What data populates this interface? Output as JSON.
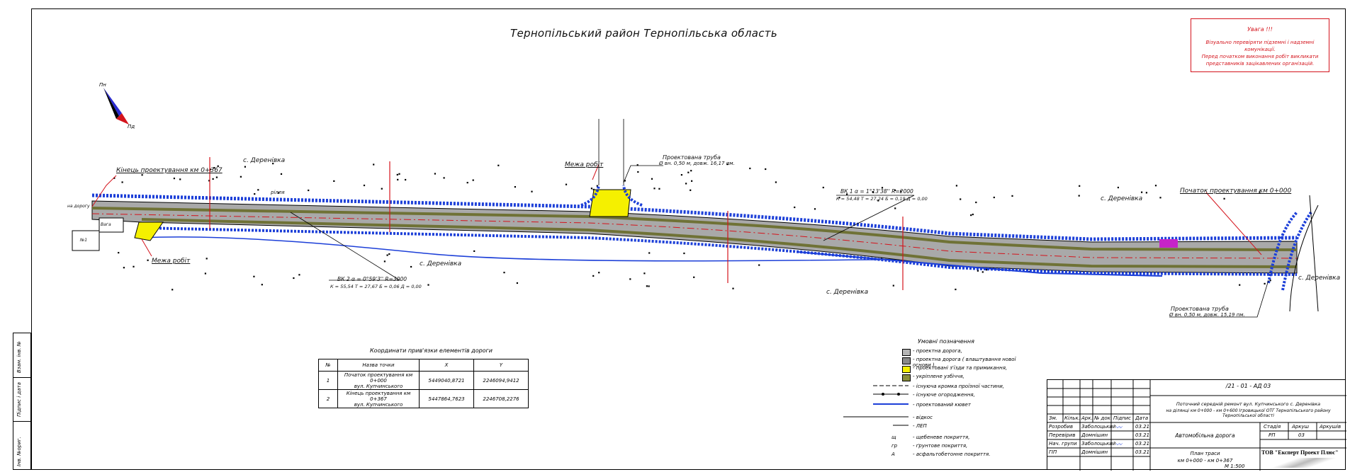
{
  "title": "Тернопільський район Тернопільська область",
  "north": {
    "n": "Пн",
    "s": "Пд"
  },
  "note": {
    "header": "Увага !!!",
    "lines": [
      "Візуально перевіряти підземні і надземні комунікації.",
      "Перед початком виконання робіт викликати",
      "представників зацікавлених організацій."
    ]
  },
  "labels": {
    "end_design": "Кінець проектування км 0+367",
    "start_design": "Початок проектування км 0+000",
    "boundary_left": "Межа робіт",
    "boundary_top": "Межа робіт",
    "pipe_top": "Проектована труба",
    "pipe_top_spec": "Ø вн. 0,50 м, довж. 16,17 пм.",
    "pipe_bottom": "Проектована труба",
    "pipe_bottom_spec": "Ø вн. 0,50 м, довж. 15,19 пм.",
    "village_1": "с. Деренівка",
    "village_2": "с. Деренівка",
    "village_3": "с. Деренівка",
    "village_4": "с. Деренівка",
    "village_5": "с. Деренівка",
    "vk1": "ВК 1 α = 1°13'38'' R=2000",
    "vk1_params": "К = 54,48 Т = 27,24 Б = 0,19 Д = 0,00",
    "vk2": "ВК 2 α = 0°59'3'' R=3000",
    "vk2_params": "К = 55,54 Т = 27,67 Б = 0,06 Д = 0,00",
    "field": "рілля",
    "to_road": "на дорогу",
    "house": "Вага",
    "house_num": "№1"
  },
  "coord_table": {
    "title": "Координати прив'язки елементів дороги",
    "headers": [
      "№",
      "Назва точки",
      "X",
      "Y"
    ],
    "rows": [
      {
        "n": "1",
        "name1": "Початок проектування км 0+000",
        "name2": "вул. Купчинського",
        "x": "5449040,8721",
        "y": "2246094,9412"
      },
      {
        "n": "2",
        "name1": "Кінець проектування км 0+367",
        "name2": "вул. Купчинського",
        "x": "5447864,7623",
        "y": "2246708,2276"
      }
    ]
  },
  "legend": {
    "title": "Умовні позначення",
    "items": [
      {
        "text": "- проектна дорога,",
        "color": "#b5b5b5"
      },
      {
        "text": "- проектна дорога ( влаштування нової основи ),",
        "color": "#8a8a8a"
      },
      {
        "text": "- проектовані з'їзди та примикання,",
        "color": "#f5f000"
      },
      {
        "text": "- укріплене узбіччя,",
        "color": "#8a8f3a"
      }
    ],
    "lines": [
      "- існуюча кромка проїзної частини,",
      "- існуюче огородження,",
      "- проектований кювет",
      "- відкос",
      "- ЛЕП",
      "- щебеневе покриття,",
      "- ґрунтове покриття,",
      "- асфальтобетонне покриття."
    ],
    "abbr": [
      "щ",
      "гр",
      "А"
    ]
  },
  "stamp": {
    "code": "/21 - 01 - АД 03",
    "project": [
      "Поточний середній ремонт вул. Купчинського с. Деренівка",
      "на ділянці км 0+000 - км 0+600 Ігровицької ОТГ Тернопільського району Тернопільської області"
    ],
    "headers": [
      "Зм.",
      "Кільк.",
      "Арк.",
      "№ док.",
      "Підпис",
      "Дата"
    ],
    "roles": [
      "Розробив",
      "Перевірив",
      "Нач. групи",
      "ГІП"
    ],
    "names": [
      "Заболоцький",
      "Домнішин",
      "Заболоцький",
      "Домнішин"
    ],
    "dates": [
      "03.21",
      "03.21",
      "03.21",
      "03.21"
    ],
    "section": "Автомобільна дорога",
    "stage_h": "Стадія",
    "sheet_h": "Аркуш",
    "sheets_h": "Аркушів",
    "stage": "РП",
    "sheet": "03",
    "sheets": "",
    "plan": [
      "План траси",
      "км 0+000 - км 0+367"
    ],
    "scale": "М 1:500",
    "company": "ТОВ \"Експерт Проект Плюс\""
  },
  "side": [
    "Інв. №ориг.",
    "Підпис і дата",
    "Взам. інв. №"
  ]
}
